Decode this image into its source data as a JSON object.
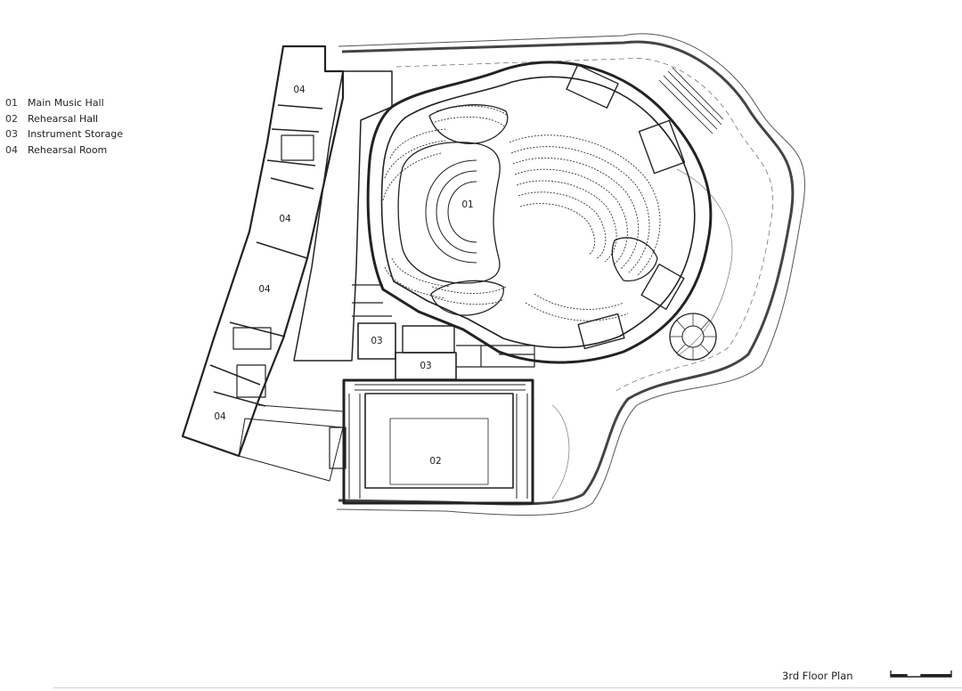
{
  "legend": [
    {
      "num": "01",
      "name": "Main Music Hall"
    },
    {
      "num": "02",
      "name": "Rehearsal Hall"
    },
    {
      "num": "03",
      "name": "Instrument Storage"
    },
    {
      "num": "04",
      "name": "Rehearsal Room"
    }
  ],
  "room_labels": {
    "main_hall": "01",
    "rehearsal_hall": "02",
    "storage_a": "03",
    "storage_b": "03",
    "room_a": "04",
    "room_b": "04",
    "room_c": "04",
    "room_d": "04"
  },
  "caption": "3rd Floor Plan"
}
